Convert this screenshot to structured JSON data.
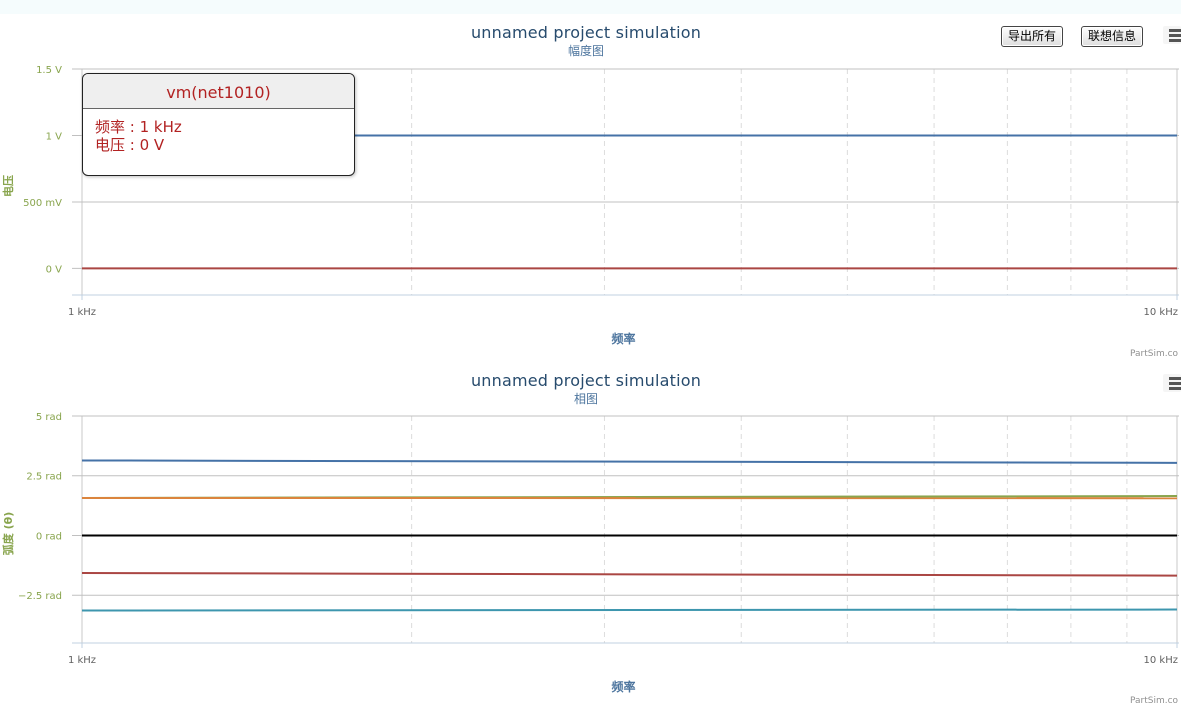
{
  "toolbar": {
    "export_label": "导出所有",
    "contact_label": "联想信息",
    "menu_icon": "hamburger-menu-icon"
  },
  "tooltip": {
    "series": "vm(net1010)",
    "freq_label": "频率",
    "freq_value": "1 kHz",
    "volt_label": "电压",
    "volt_value": "0 V"
  },
  "credits": {
    "top": "PartSim.co",
    "bottom": "PartSim.co"
  },
  "chart_data": [
    {
      "type": "line",
      "title": "unnamed project simulation",
      "subtitle": "幅度图",
      "xlabel": "频率",
      "ylabel": "电压",
      "xscale": "log",
      "xlim": [
        1000,
        10000
      ],
      "xtick_labels": [
        "1 kHz",
        "10 kHz"
      ],
      "ylim": [
        -0.2,
        1.5
      ],
      "yticks": [
        0,
        0.5,
        1,
        1.5
      ],
      "ytick_labels": [
        "0 V",
        "500 mV",
        "1 V",
        "1.5 V"
      ],
      "grid": true,
      "series": [
        {
          "x": [
            1000,
            10000
          ],
          "y": [
            1,
            1
          ],
          "color": "#4572a7"
        },
        {
          "x": [
            1000,
            10000
          ],
          "y": [
            0,
            0
          ],
          "color": "#aa4643"
        }
      ]
    },
    {
      "type": "line",
      "title": "unnamed project simulation",
      "subtitle": "相图",
      "xlabel": "频率",
      "ylabel": "弧度 (θ)",
      "xscale": "log",
      "xlim": [
        1000,
        10000
      ],
      "xtick_labels": [
        "1 kHz",
        "10 kHz"
      ],
      "ylim": [
        -4.5,
        5
      ],
      "yticks": [
        -2.5,
        0,
        2.5,
        5
      ],
      "ytick_labels": [
        "−2.5 rad",
        "0 rad",
        "2.5 rad",
        "5 rad"
      ],
      "grid": true,
      "series": [
        {
          "x": [
            1000,
            10000
          ],
          "y": [
            3.14,
            3.04
          ],
          "color": "#4572a7"
        },
        {
          "x": [
            1000,
            10000
          ],
          "y": [
            1.57,
            1.65
          ],
          "color": "#89a54e"
        },
        {
          "x": [
            1000,
            10000
          ],
          "y": [
            1.57,
            1.56
          ],
          "color": "#db843d"
        },
        {
          "x": [
            1000,
            10000
          ],
          "y": [
            0,
            0
          ],
          "color": "#000000"
        },
        {
          "x": [
            1000,
            10000
          ],
          "y": [
            -1.57,
            -1.68
          ],
          "color": "#aa4643"
        },
        {
          "x": [
            1000,
            10000
          ],
          "y": [
            -3.14,
            -3.1
          ],
          "color": "#3d96ae"
        }
      ]
    }
  ]
}
